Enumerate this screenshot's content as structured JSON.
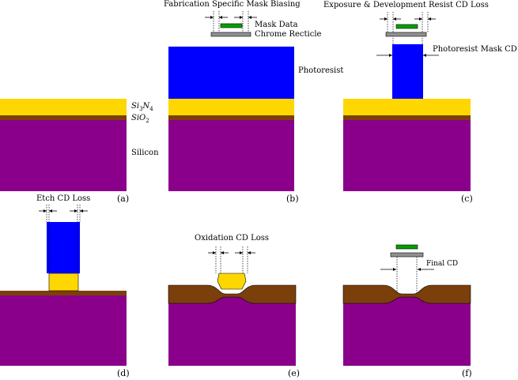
{
  "colors": {
    "silicon": "#8b008b",
    "sio2": "#7b3f0b",
    "nitride": "#ffd700",
    "photoresist": "#0000ff",
    "mask_data": "#00a000",
    "chrome": "#909090",
    "oxide": "#7b3f0b"
  },
  "panels": {
    "a": {
      "tag": "(a)",
      "label_nitride_base": "Si",
      "label_nitride_sub1": "3",
      "label_nitride_mid": "N",
      "label_nitride_sub2": "4",
      "label_oxide_base": "SiO",
      "label_oxide_sub": "2",
      "label_silicon": "Silicon"
    },
    "b": {
      "tag": "(b)",
      "title": "Fabrication Specific Mask Biasing",
      "mask_data": "Mask Data",
      "chrome": "Chrome Recticle",
      "photoresist": "Photoresist"
    },
    "c": {
      "tag": "(c)",
      "title": "Exposure & Development Resist CD Loss",
      "mask_cd": "Photoresist Mask CD"
    },
    "d": {
      "tag": "(d)",
      "title": "Etch CD Loss"
    },
    "e": {
      "tag": "(e)",
      "title": "Oxidation CD Loss"
    },
    "f": {
      "tag": "(f)",
      "title": "Final CD"
    }
  }
}
